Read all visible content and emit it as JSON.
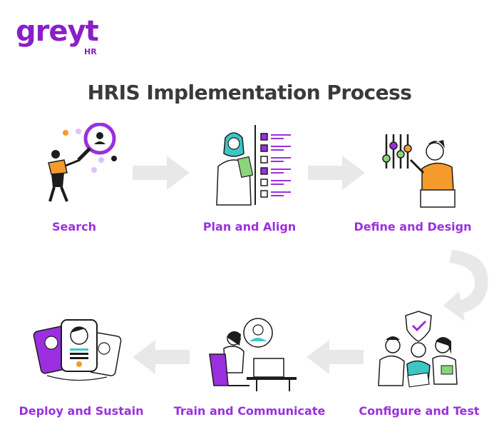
{
  "brand": {
    "logo_word": "greyt",
    "logo_sub": "HR",
    "logo_color": "#8a1ec9"
  },
  "title": "HRIS Implementation Process",
  "colors": {
    "accent": "#9b2fe0",
    "arrow": "#e8e8e8",
    "title": "#3a3a3a",
    "orange": "#f59b2b",
    "teal": "#3ec6c6"
  },
  "steps": [
    {
      "label": "Search",
      "icon": "search-magnifier-illustration"
    },
    {
      "label": "Plan and Align",
      "icon": "checklist-illustration"
    },
    {
      "label": "Define and Design",
      "icon": "sliders-illustration"
    },
    {
      "label": "Configure and Test",
      "icon": "team-shield-illustration"
    },
    {
      "label": "Train and Communicate",
      "icon": "video-call-illustration"
    },
    {
      "label": "Deploy and Sustain",
      "icon": "profile-cards-illustration"
    }
  ]
}
